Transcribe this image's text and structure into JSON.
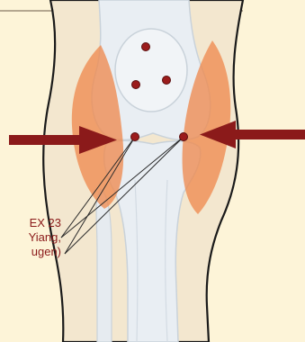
{
  "points": {
    "label_code": "EX 23",
    "label_line2": "Yiang,",
    "label_line3": "ugen)"
  },
  "colors": {
    "background": "#fdf4d8",
    "skin": "#f3e7cf",
    "bone": "#e9eef3",
    "muscle": "#ee8a50",
    "arrow": "#8b1a1a",
    "point": "#9b1c1c",
    "label": "#8b1a1a"
  }
}
